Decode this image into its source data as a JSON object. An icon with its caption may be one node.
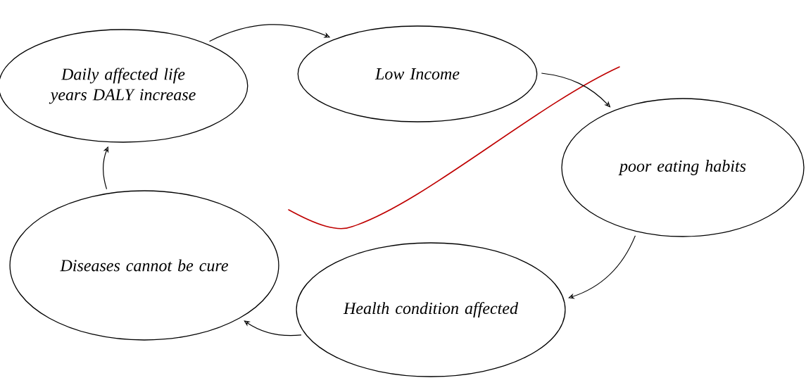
{
  "diagram": {
    "nodes": [
      {
        "text": [
          "Daily affected life years DALY increase"
        ]
      },
      {
        "text": [
          "Low Income"
        ]
      },
      {
        "text": [
          "poor eating habits"
        ]
      },
      {
        "text": [
          "Health condition affected"
        ]
      },
      {
        "text": [
          "Diseases cannot be cure"
        ]
      }
    ],
    "edges": [
      {
        "from": 0,
        "to": 1,
        "arrow": "to"
      },
      {
        "from": 1,
        "to": 2,
        "arrow": "to"
      },
      {
        "from": 2,
        "to": 3,
        "arrow": "to"
      },
      {
        "from": 3,
        "to": 4,
        "arrow": "to"
      },
      {
        "from": 4,
        "to": 0,
        "arrow": "to"
      }
    ]
  }
}
